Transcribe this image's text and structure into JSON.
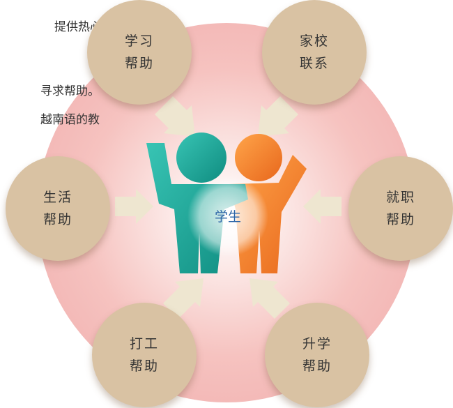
{
  "fragments": [
    "提供热心亲",
    "寻求帮助。",
    "越南语的教"
  ],
  "center": {
    "label": "学生"
  },
  "nodes": [
    {
      "key": "study",
      "line1": "学习",
      "line2": "帮助"
    },
    {
      "key": "home",
      "line1": "家校",
      "line2": "联系"
    },
    {
      "key": "life",
      "line1": "生活",
      "line2": "帮助"
    },
    {
      "key": "job",
      "line1": "就职",
      "line2": "帮助"
    },
    {
      "key": "work",
      "line1": "打工",
      "line2": "帮助"
    },
    {
      "key": "school",
      "line1": "升学",
      "line2": "帮助"
    }
  ],
  "colors": {
    "bubble": "#d9c2a3",
    "glow": "#f4b8b8",
    "arrow": "#eee6d0",
    "figure_left": "#1aa89a",
    "figure_right": "#f08a2e",
    "center_text": "#2a63a6"
  }
}
